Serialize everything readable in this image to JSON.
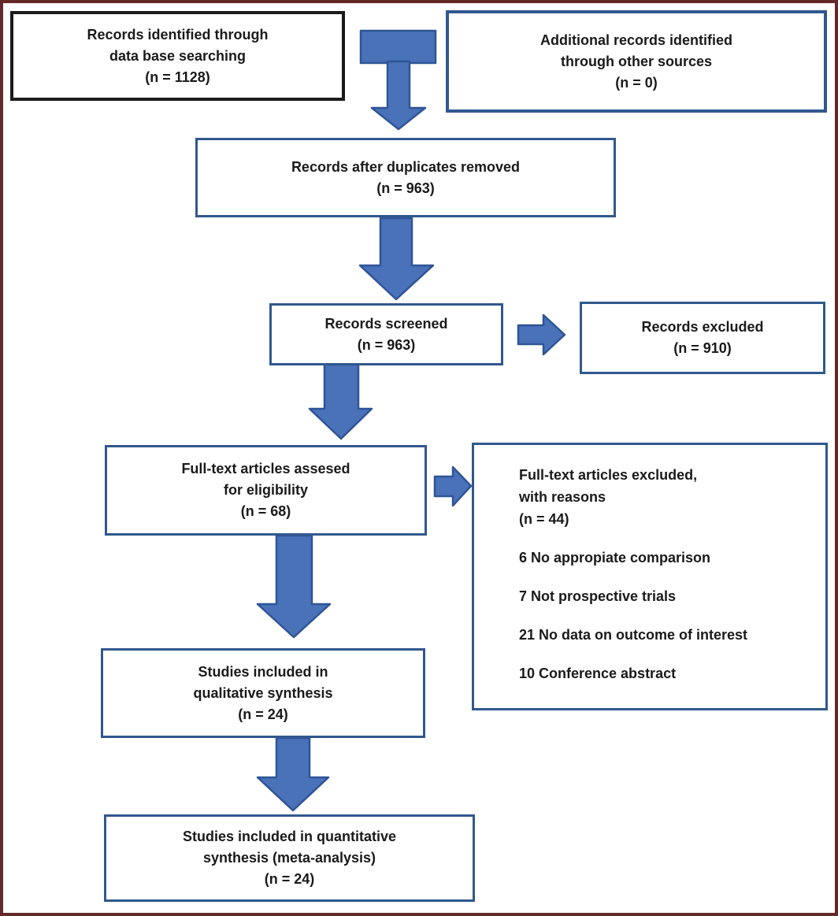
{
  "colors": {
    "frame_border": "#642828",
    "box_border_blue": "#31588E",
    "box_border_black": "#1B1B1B",
    "arrow_fill": "#4A72B9",
    "arrow_stroke": "#2F5496",
    "text": "#1A1A1A",
    "background": "#FFFFFF"
  },
  "boxes": {
    "records_identified": {
      "lines": [
        "Records identified through",
        "data base searching",
        "(n = 1128)"
      ]
    },
    "additional_records": {
      "lines": [
        "Additional records identified",
        "through other sources",
        "(n = 0)"
      ]
    },
    "duplicates_removed": {
      "lines": [
        "Records after duplicates removed",
        "(n = 963)"
      ]
    },
    "records_screened": {
      "lines": [
        "Records screened",
        "(n = 963)"
      ]
    },
    "records_excluded": {
      "lines": [
        "Records excluded",
        "(n = 910)"
      ]
    },
    "fulltext_assessed": {
      "lines": [
        "Full-text articles assesed",
        "for eligibility",
        "(n = 68)"
      ]
    },
    "fulltext_excluded": {
      "header_lines": [
        "Full-text articles excluded,",
        "with reasons",
        "(n = 44)"
      ],
      "reasons": [
        "6 No appropiate comparison",
        "7 Not prospective trials",
        "21 No data on outcome of interest",
        "10 Conference abstract"
      ]
    },
    "qualitative_synthesis": {
      "lines": [
        "Studies included in",
        "qualitative synthesis",
        "(n = 24)"
      ]
    },
    "quantitative_synthesis": {
      "lines": [
        "Studies included in quantitative",
        "synthesis (meta-analysis)",
        "(n = 24)"
      ]
    }
  },
  "arrows": [
    {
      "name": "identification-to-duplicates",
      "direction": "down"
    },
    {
      "name": "duplicates-to-screened",
      "direction": "down"
    },
    {
      "name": "screened-to-excluded",
      "direction": "right"
    },
    {
      "name": "screened-to-fulltext",
      "direction": "down"
    },
    {
      "name": "fulltext-to-excluded-reasons",
      "direction": "right"
    },
    {
      "name": "fulltext-to-qualitative",
      "direction": "down"
    },
    {
      "name": "qualitative-to-quantitative",
      "direction": "down"
    }
  ]
}
